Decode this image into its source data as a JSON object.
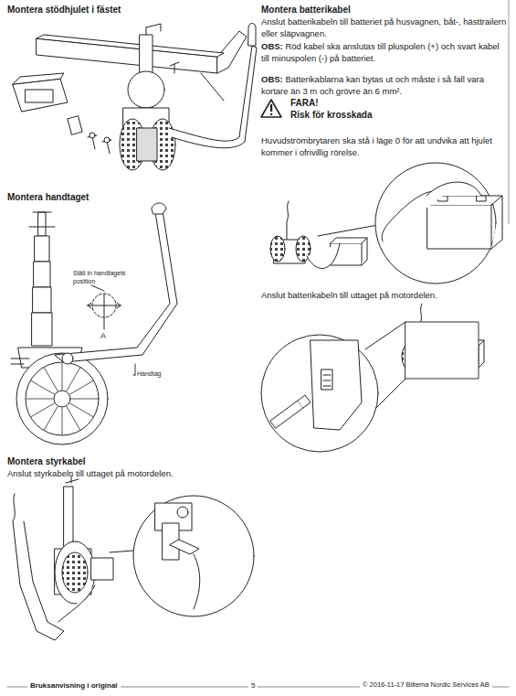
{
  "diagram": {
    "labels": [
      "Montera stödhjulet i fästet",
      "Montera handtaget",
      "Ställ in handtagets position",
      "A",
      "Handtag",
      "Montera styrkabel",
      "Anslut styrkabeln till uttaget på motordelen.",
      "Montera batterikabel",
      "Anslut batterikabeln till batteriet på husvagnen, båt-, hästtrailern eller släpvagnen.",
      "OBS:",
      "Röd kabel ska anslutas till pluspolen (+) och svart kabel till minuspolen (-) på batteriet.",
      "OBS:",
      "Batterikablarna kan bytas ut och måste i så fall vara kortare än 3 m och grövre än 6 mm².",
      "FARA!",
      "Risk för krosskada",
      "Huvudströmbrytaren ska stå i läge 0 för att undvika att hjulet kommer i ofrivillig rörelse.",
      "Anslut batterikabeln till uttaget på motordelen.",
      "Bruksanvisning i original",
      "5",
      "© 2016-11-17 Biltema Nordic Services AB"
    ]
  }
}
